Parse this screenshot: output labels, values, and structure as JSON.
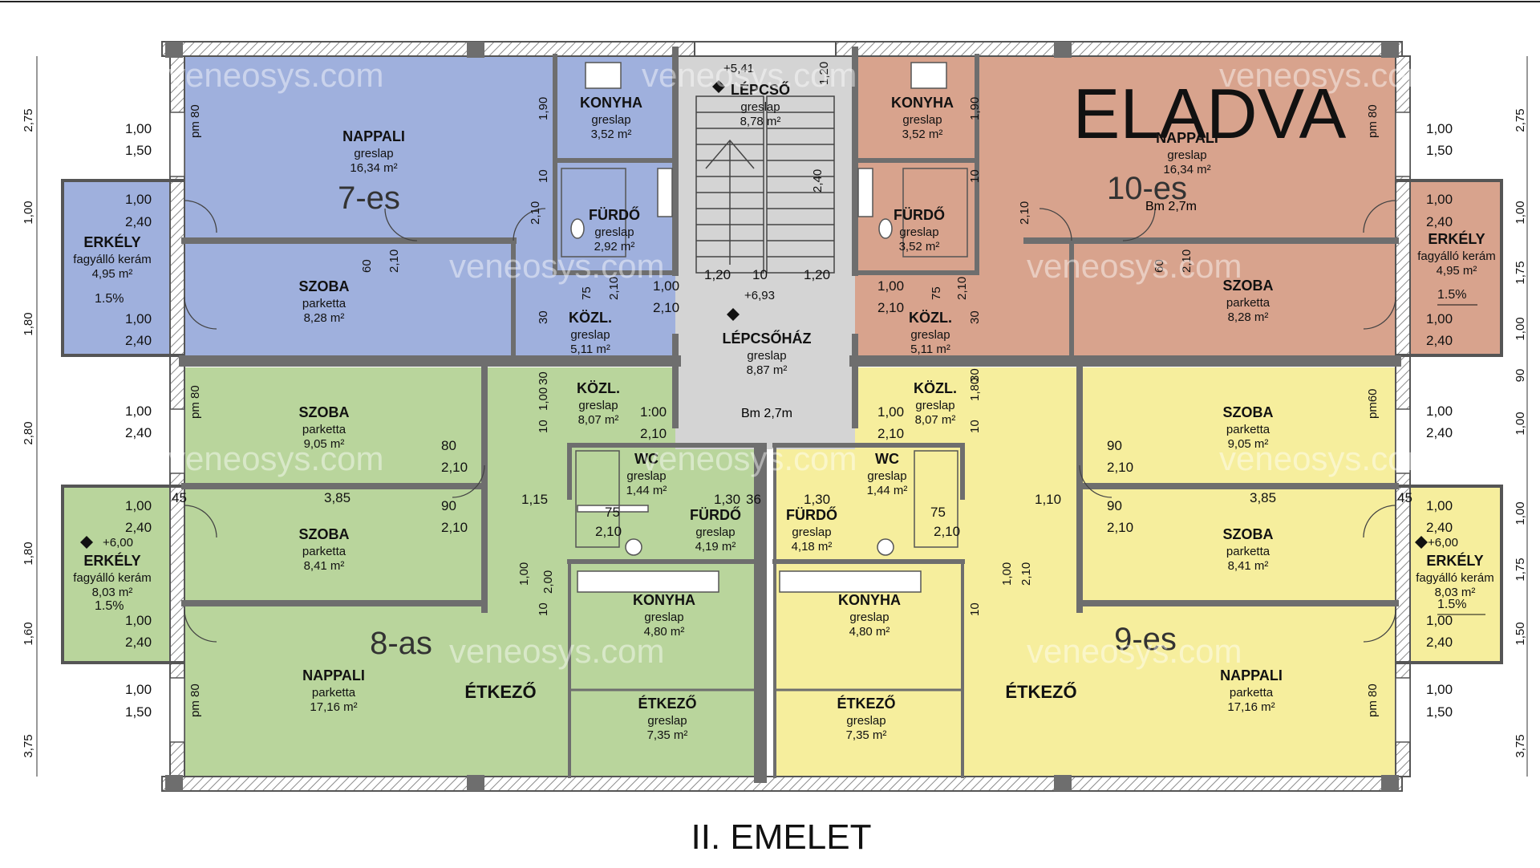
{
  "title": "II. EMELET",
  "sold_label": "ELADVA",
  "watermark": "veneosys.com",
  "colors": {
    "blue": "#9fb0dd",
    "red": "#d8a38d",
    "green": "#b9d59c",
    "yellow": "#f6ee9d",
    "gray": "#d4d4d4",
    "wall": "#7a7a7a",
    "window": "#bdbdbd"
  },
  "apartments": [
    {
      "key": "7",
      "label": "7-es"
    },
    {
      "key": "10",
      "label": "10-es",
      "height_note": "Bm 2,7m"
    },
    {
      "key": "8",
      "label": "8-as"
    },
    {
      "key": "9",
      "label": "9-es"
    }
  ],
  "rooms": [
    {
      "id": "a7-nappali",
      "name": "NAPPALI",
      "floor": "greslap",
      "area": "16,34 m²"
    },
    {
      "id": "a7-konyha",
      "name": "KONYHA",
      "floor": "greslap",
      "area": "3,52 m²"
    },
    {
      "id": "a7-furdo",
      "name": "FÜRDŐ",
      "floor": "greslap",
      "area": "2,92 m²"
    },
    {
      "id": "a7-szoba",
      "name": "SZOBA",
      "floor": "parketta",
      "area": "8,28 m²"
    },
    {
      "id": "a7-kozl",
      "name": "KÖZL.",
      "floor": "greslap",
      "area": "5,11 m²"
    },
    {
      "id": "a7-erkely",
      "name": "ERKÉLY",
      "floor": "fagyálló kerám",
      "area": "4,95 m²"
    },
    {
      "id": "lepcso",
      "name": "LÉPCSŐ",
      "floor": "greslap",
      "area": "8,78 m²"
    },
    {
      "id": "lepcsohaz",
      "name": "LÉPCSŐHÁZ",
      "floor": "greslap",
      "area": "8,87 m²"
    },
    {
      "id": "a10-konyha",
      "name": "KONYHA",
      "floor": "greslap",
      "area": "3,52 m²"
    },
    {
      "id": "a10-nappali",
      "name": "NAPPALI",
      "floor": "greslap",
      "area": "16,34 m²"
    },
    {
      "id": "a10-furdo",
      "name": "FÜRDŐ",
      "floor": "greslap",
      "area": "3,52 m²"
    },
    {
      "id": "a10-szoba",
      "name": "SZOBA",
      "floor": "parketta",
      "area": "8,28 m²"
    },
    {
      "id": "a10-kozl",
      "name": "KÖZL.",
      "floor": "greslap",
      "area": "5,11 m²"
    },
    {
      "id": "a10-erkely",
      "name": "ERKÉLY",
      "floor": "fagyálló kerám",
      "area": "4,95 m²"
    },
    {
      "id": "a8-szoba1",
      "name": "SZOBA",
      "floor": "parketta",
      "area": "9,05 m²"
    },
    {
      "id": "a8-kozl",
      "name": "KÖZL.",
      "floor": "greslap",
      "area": "8,07 m²"
    },
    {
      "id": "a8-wc",
      "name": "WC",
      "floor": "greslap",
      "area": "1,44 m²"
    },
    {
      "id": "a8-furdo",
      "name": "FÜRDŐ",
      "floor": "greslap",
      "area": "4,19 m²"
    },
    {
      "id": "a8-szoba2",
      "name": "SZOBA",
      "floor": "parketta",
      "area": "8,41 m²"
    },
    {
      "id": "a8-erkely",
      "name": "ERKÉLY",
      "floor": "fagyálló kerám",
      "area": "8,03 m²"
    },
    {
      "id": "a8-konyha",
      "name": "KONYHA",
      "floor": "greslap",
      "area": "4,80 m²"
    },
    {
      "id": "a8-etkezo",
      "name": "ÉTKEZŐ",
      "floor": "greslap",
      "area": "7,35 m²"
    },
    {
      "id": "a8-nappali",
      "name": "NAPPALI",
      "floor": "parketta",
      "area": "17,16 m²"
    },
    {
      "id": "a9-kozl",
      "name": "KÖZL.",
      "floor": "greslap",
      "area": "8,07 m²"
    },
    {
      "id": "a9-szoba1",
      "name": "SZOBA",
      "floor": "parketta",
      "area": "9,05 m²"
    },
    {
      "id": "a9-wc",
      "name": "WC",
      "floor": "greslap",
      "area": "1,44 m²"
    },
    {
      "id": "a9-furdo",
      "name": "FÜRDŐ",
      "floor": "greslap",
      "area": "4,18 m²"
    },
    {
      "id": "a9-szoba2",
      "name": "SZOBA",
      "floor": "parketta",
      "area": "8,41 m²"
    },
    {
      "id": "a9-erkely",
      "name": "ERKÉLY",
      "floor": "fagyálló kerám",
      "area": "8,03 m²"
    },
    {
      "id": "a9-konyha",
      "name": "KONYHA",
      "floor": "greslap",
      "area": "4,80 m²"
    },
    {
      "id": "a9-etkezo",
      "name": "ÉTKEZŐ",
      "floor": "greslap",
      "area": "7,35 m²"
    },
    {
      "id": "a9-nappali",
      "name": "NAPPALI",
      "floor": "parketta",
      "area": "17,16 m²"
    }
  ],
  "room_labels": {
    "etkezo": "ÉTKEZŐ"
  },
  "elevations": {
    "stair_top": "+5,41",
    "landing": "+6,93",
    "balcony": "+6,00"
  },
  "height_note": "Bm 2,7m",
  "slope": "1.5%",
  "side_dims_left": [
    "2,75",
    "1,00",
    "1,80",
    "2,80",
    "1,80",
    "1,60",
    "3,75"
  ],
  "side_dims_right": [
    "2,75",
    "1,00",
    "1,75",
    "1,00",
    "90",
    "1,00",
    "1,00",
    "1,75",
    "1,50",
    "3,75"
  ],
  "window_dims": {
    "w100": "1,00",
    "w150": "1,50",
    "w240": "2,40",
    "d210": "2,10",
    "d80": "80",
    "d90": "90",
    "d75": "75",
    "d120": "1,20",
    "d10": "10",
    "d100b": "1:00",
    "d385": "3,85",
    "d115": "1,15",
    "d110": "1,10",
    "d130": "1,30",
    "d36": "36",
    "d45": "45",
    "d240v": "2,40",
    "d190": "1,90",
    "d10v": "10",
    "d60": "60",
    "d30": "30",
    "d180": "1,80",
    "d120v": "1,20",
    "d200": "2,00",
    "d100v": "1,00",
    "pm80": "pm 80",
    "pm60": "pm60"
  }
}
